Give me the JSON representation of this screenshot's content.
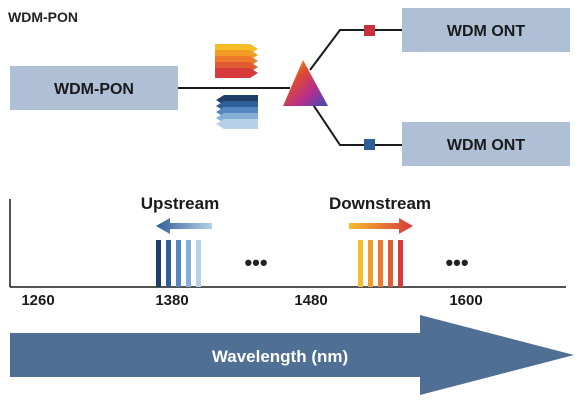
{
  "title": "WDM-PON",
  "olt_box": {
    "label": "WDM-PON"
  },
  "ont_boxes": [
    {
      "label": "WDM ONT",
      "port_color": "#c8303b"
    },
    {
      "label": "WDM ONT",
      "port_color": "#2f5f98"
    }
  ],
  "splitter": {
    "icon": "prism-icon"
  },
  "stacks": {
    "downstream_colors": [
      "#f5bd2a",
      "#f29b25",
      "#ec7a2a",
      "#e05a34",
      "#d63a3a"
    ],
    "upstream_colors": [
      "#1e4066",
      "#2f5f98",
      "#5588c0",
      "#86aed6",
      "#b6d0e7"
    ]
  },
  "labels": {
    "upstream": "Upstream",
    "downstream": "Downstream",
    "ellipsis_1": "•••",
    "ellipsis_2": "•••"
  },
  "arrows": {
    "upstream_gradient": [
      "#b6d0e7",
      "#2f5f98"
    ],
    "downstream_gradient": [
      "#f5bd2a",
      "#d63a3a"
    ]
  },
  "axis": {
    "ticks": [
      "1260",
      "1380",
      "1480",
      "1600"
    ],
    "band_label": "Wavelength (nm)",
    "band_color": "#4f6f95"
  },
  "colors": {
    "box_fill": "#aebfd6",
    "line": "#1a1a1a"
  }
}
